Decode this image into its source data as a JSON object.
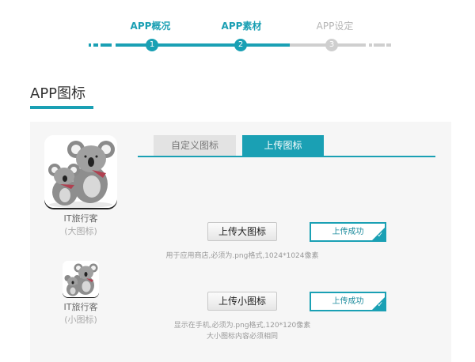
{
  "stepper": {
    "steps": [
      {
        "label": "APP概况",
        "number": "1",
        "state": "done"
      },
      {
        "label": "APP素材",
        "number": "2",
        "state": "current"
      },
      {
        "label": "APP设定",
        "number": "3",
        "state": "pending"
      }
    ],
    "colors": {
      "active": "#1aa0b4",
      "inactive": "#cfcfcf"
    }
  },
  "section": {
    "title": "APP图标"
  },
  "icons": {
    "big": {
      "name": "IT旅行客",
      "type": "(大图标)"
    },
    "small": {
      "name": "IT旅行客",
      "type": "(小图标)"
    }
  },
  "tabs": [
    {
      "label": "自定义图标",
      "active": false
    },
    {
      "label": "上传图标",
      "active": true
    }
  ],
  "upload": {
    "big": {
      "button_label": "上传大图标",
      "status": "上传成功",
      "hint": "用于应用商店,必须为.png格式,1024*1024像素"
    },
    "small": {
      "button_label": "上传小图标",
      "status": "上传成功",
      "hint_line1": "显示在手机,必须为.png格式,120*120像素",
      "hint_line2": "大小图标内容必须相同"
    }
  }
}
